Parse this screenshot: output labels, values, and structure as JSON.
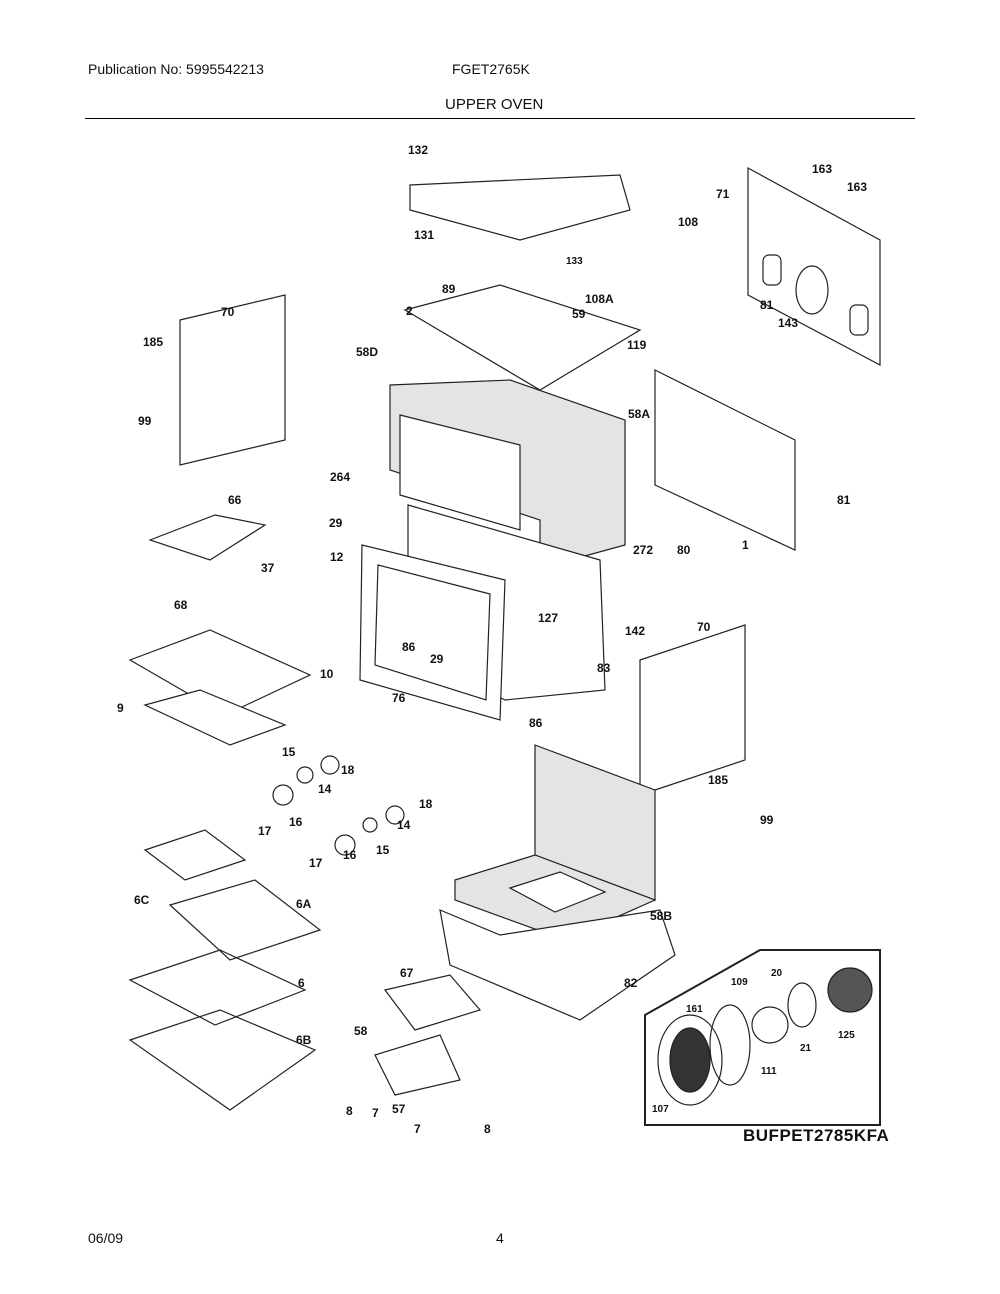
{
  "header": {
    "publication": "Publication No: 5995542213",
    "model": "FGET2765K",
    "section": "UPPER OVEN"
  },
  "footer": {
    "date": "06/09",
    "page": "4"
  },
  "diagram": {
    "inset_model": "BUFPET2785KFA",
    "callouts": [
      "132",
      "131",
      "108",
      "133",
      "163",
      "163",
      "71",
      "89",
      "2",
      "59",
      "108A",
      "119",
      "70",
      "185",
      "58D",
      "81",
      "143",
      "58A",
      "99",
      "264",
      "66",
      "29",
      "272",
      "80",
      "1",
      "81",
      "12",
      "37",
      "68",
      "127",
      "142",
      "70",
      "10",
      "86",
      "29",
      "83",
      "9",
      "76",
      "86",
      "15",
      "18",
      "14",
      "18",
      "185",
      "17",
      "16",
      "14",
      "99",
      "15",
      "17",
      "16",
      "6C",
      "6A",
      "58B",
      "6",
      "67",
      "82",
      "58",
      "6B",
      "8",
      "7",
      "57",
      "7",
      "8",
      "20",
      "109",
      "161",
      "125",
      "21",
      "111",
      "107"
    ]
  }
}
